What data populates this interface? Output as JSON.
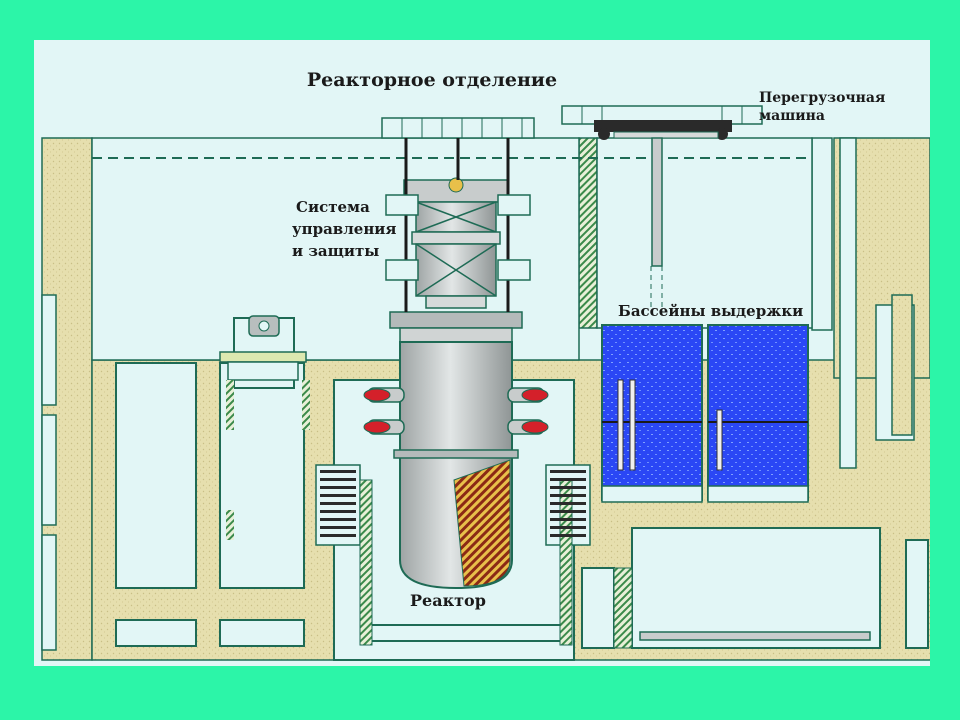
{
  "colors": {
    "background": "#2CF5A8",
    "panel": "#E2F6F6",
    "concrete": "#E6DFAE",
    "outline": "#1E6B55",
    "water": "#2A47F5",
    "vessel": "#C8CCCC",
    "flange_red": "#D4202A",
    "core_hatch": "#8B2A15"
  },
  "labels": {
    "reactor_hall": "Реакторное отделение",
    "refueling_machine_line1": "Перегрузочная",
    "refueling_machine_line2": "машина",
    "cps_line1": "Система",
    "cps_line2": "управления",
    "cps_line3": "и защиты",
    "spent_fuel_pools": "Бассейны выдержки",
    "reactor": "Реактор"
  },
  "icons": {
    "reactor_vessel": "reactor-vessel-icon",
    "refueling_crane": "crane-icon",
    "fuel_assembly": "fuel-rod-icon"
  }
}
